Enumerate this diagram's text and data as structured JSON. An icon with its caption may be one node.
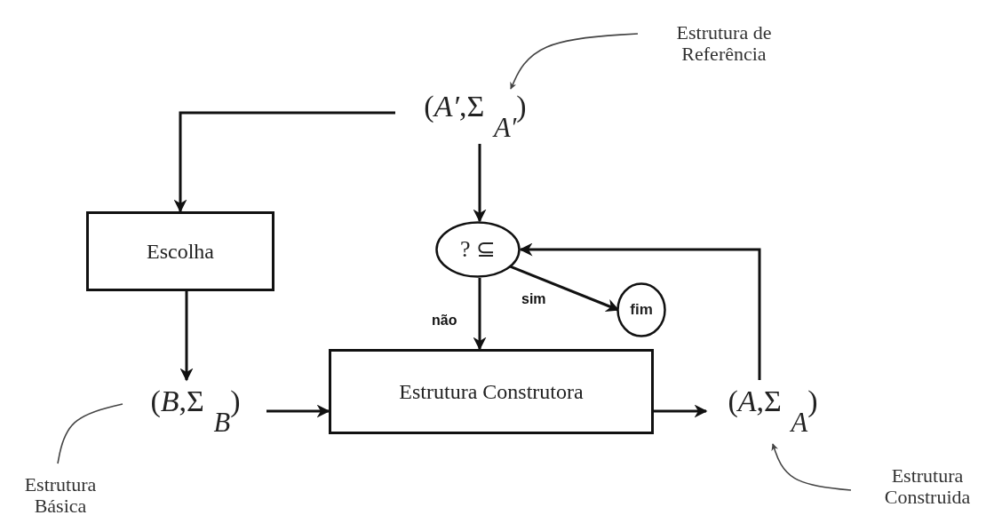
{
  "diagram": {
    "nodes": [
      {
        "text": [
          "(*A′*,Σ$_{A′}$)"
        ]
      },
      {
        "text": [
          "Escolha"
        ]
      },
      {
        "text": [
          "? ⊆"
        ]
      },
      {
        "text": [
          "fim"
        ]
      },
      {
        "text": [
          "(*B*,Σ$_{B}$)"
        ]
      },
      {
        "text": [
          "Estrutura Construtora"
        ]
      },
      {
        "text": [
          "(*A*,Σ$_{A}$)"
        ]
      },
      {
        "text": [
          "Estrutura de Referência"
        ]
      },
      {
        "text": [
          "Estrutura Básica"
        ]
      },
      {
        "text": [
          "Estrutura Construida"
        ]
      }
    ],
    "edges": [
      {
        "from": 0,
        "to": 1,
        "arrow": "to"
      },
      {
        "from": 0,
        "to": 2,
        "arrow": "to"
      },
      {
        "from": 2,
        "to": 5,
        "arrow": "to",
        "label": "não"
      },
      {
        "from": 2,
        "to": 3,
        "arrow": "to",
        "label": "sim"
      },
      {
        "from": 1,
        "to": 4,
        "arrow": "to"
      },
      {
        "from": 4,
        "to": 5,
        "arrow": "to"
      },
      {
        "from": 5,
        "to": 6,
        "arrow": "to"
      },
      {
        "from": 6,
        "to": 2,
        "arrow": "to"
      },
      {
        "from": 7,
        "to": 0,
        "arrow": "to"
      },
      {
        "from": 8,
        "to": 4,
        "arrow": "none"
      },
      {
        "from": 9,
        "to": 6,
        "arrow": "to"
      }
    ]
  }
}
